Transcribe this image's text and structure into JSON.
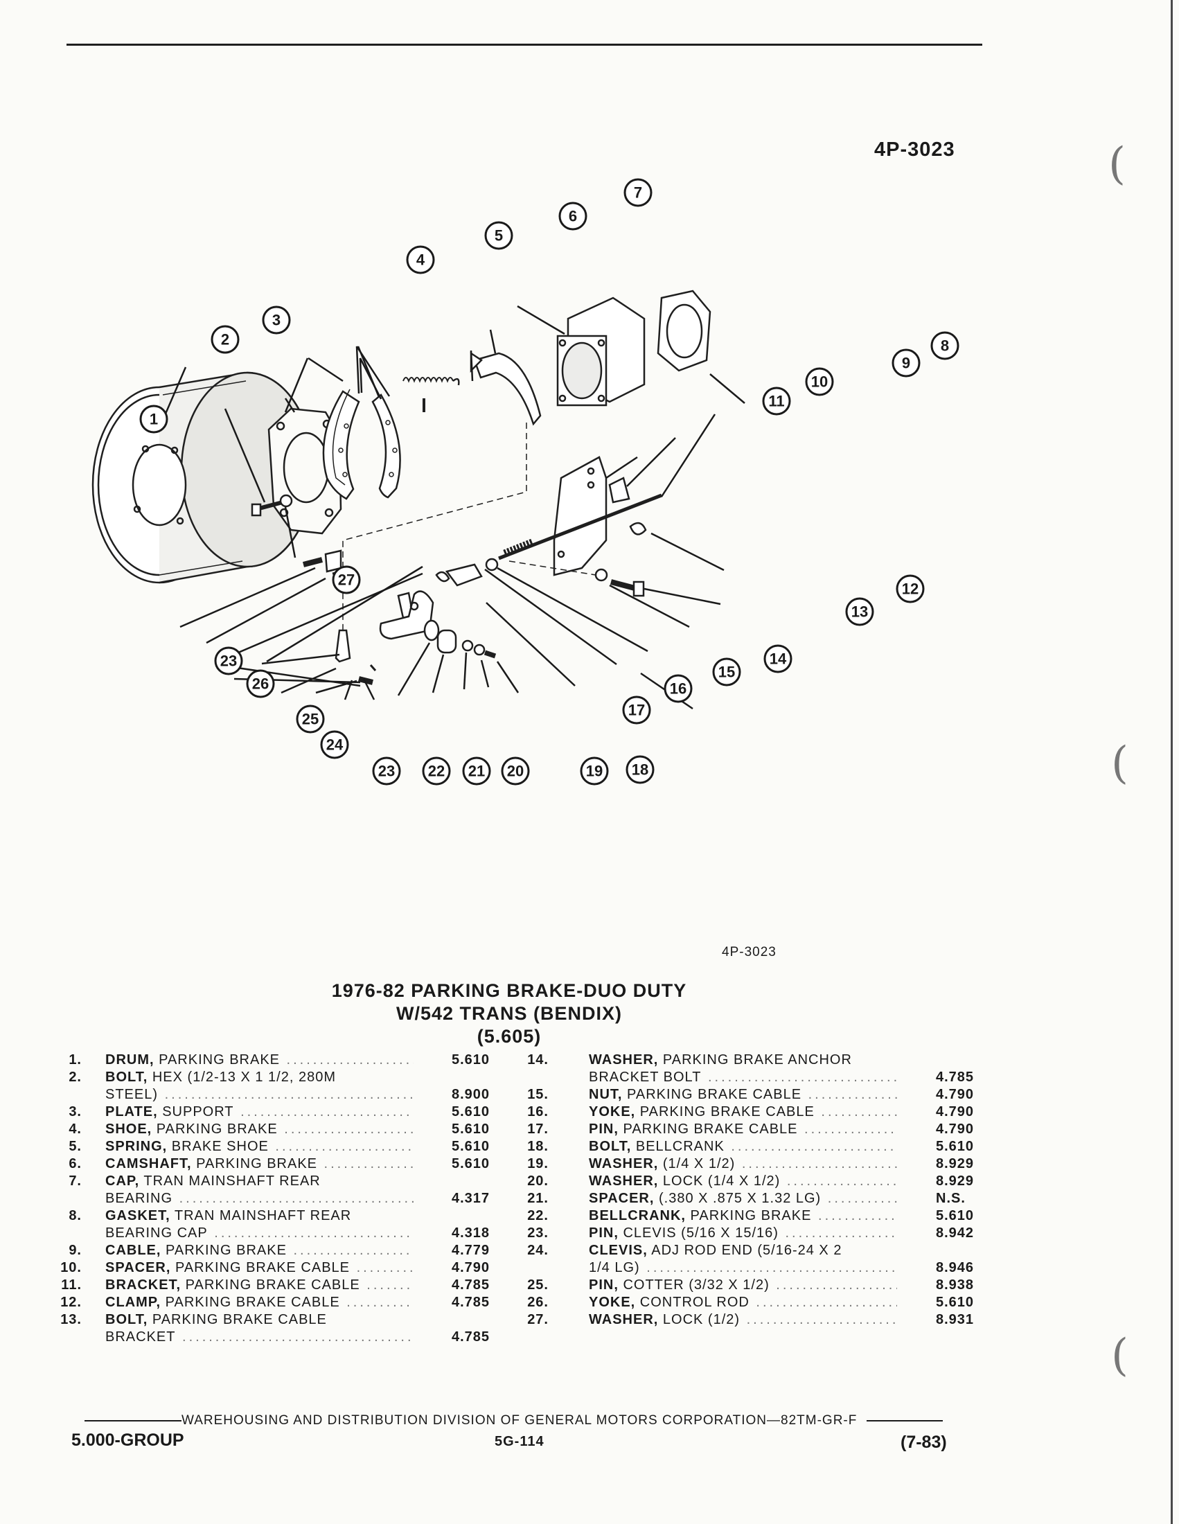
{
  "figure_id_top": "4P-3023",
  "figure_id_bottom": "4P-3023",
  "title": {
    "line1": "1976-82 PARKING BRAKE-DUO DUTY",
    "line2": "W/542 TRANS (BENDIX)",
    "line3": "(5.605)"
  },
  "callouts": [
    "1",
    "2",
    "3",
    "4",
    "5",
    "6",
    "7",
    "8",
    "9",
    "10",
    "11",
    "12",
    "13",
    "14",
    "15",
    "16",
    "17",
    "18",
    "19",
    "20",
    "21",
    "22",
    "23",
    "24",
    "25",
    "26",
    "27"
  ],
  "parts_left": [
    {
      "num": "1.",
      "lines": [
        {
          "name": "DRUM,",
          "rest": " PARKING BRAKE",
          "value": "5.610"
        }
      ]
    },
    {
      "num": "2.",
      "lines": [
        {
          "name": "BOLT,",
          "rest": " HEX (1/2-13 X 1 1/2, 280M",
          "value": ""
        },
        {
          "name": "",
          "rest": "STEEL)",
          "value": "8.900"
        }
      ]
    },
    {
      "num": "3.",
      "lines": [
        {
          "name": "PLATE,",
          "rest": " SUPPORT",
          "value": "5.610"
        }
      ]
    },
    {
      "num": "4.",
      "lines": [
        {
          "name": "SHOE,",
          "rest": " PARKING BRAKE",
          "value": "5.610"
        }
      ]
    },
    {
      "num": "5.",
      "lines": [
        {
          "name": "SPRING,",
          "rest": " BRAKE SHOE",
          "value": "5.610"
        }
      ]
    },
    {
      "num": "6.",
      "lines": [
        {
          "name": "CAMSHAFT,",
          "rest": " PARKING BRAKE",
          "value": "5.610"
        }
      ]
    },
    {
      "num": "7.",
      "lines": [
        {
          "name": "CAP,",
          "rest": " TRAN MAINSHAFT REAR",
          "value": ""
        },
        {
          "name": "",
          "rest": "BEARING",
          "value": "4.317"
        }
      ]
    },
    {
      "num": "8.",
      "lines": [
        {
          "name": "GASKET,",
          "rest": " TRAN MAINSHAFT REAR",
          "value": ""
        },
        {
          "name": "",
          "rest": "BEARING CAP",
          "value": "4.318"
        }
      ]
    },
    {
      "num": "9.",
      "lines": [
        {
          "name": "CABLE,",
          "rest": " PARKING BRAKE",
          "value": "4.779"
        }
      ]
    },
    {
      "num": "10.",
      "lines": [
        {
          "name": "SPACER,",
          "rest": " PARKING BRAKE CABLE",
          "value": "4.790"
        }
      ]
    },
    {
      "num": "11.",
      "lines": [
        {
          "name": "BRACKET,",
          "rest": " PARKING BRAKE CABLE",
          "value": "4.785"
        }
      ]
    },
    {
      "num": "12.",
      "lines": [
        {
          "name": "CLAMP,",
          "rest": " PARKING BRAKE CABLE",
          "value": "4.785"
        }
      ]
    },
    {
      "num": "13.",
      "lines": [
        {
          "name": "BOLT,",
          "rest": " PARKING BRAKE CABLE",
          "value": ""
        },
        {
          "name": "",
          "rest": "BRACKET",
          "value": "4.785"
        }
      ]
    }
  ],
  "parts_right": [
    {
      "num": "14.",
      "lines": [
        {
          "name": "WASHER,",
          "rest": " PARKING BRAKE ANCHOR",
          "value": ""
        },
        {
          "name": "",
          "rest": "BRACKET BOLT",
          "value": "4.785"
        }
      ]
    },
    {
      "num": "15.",
      "lines": [
        {
          "name": "NUT,",
          "rest": " PARKING BRAKE CABLE",
          "value": "4.790"
        }
      ]
    },
    {
      "num": "16.",
      "lines": [
        {
          "name": "YOKE,",
          "rest": " PARKING BRAKE CABLE",
          "value": "4.790"
        }
      ]
    },
    {
      "num": "17.",
      "lines": [
        {
          "name": "PIN,",
          "rest": " PARKING BRAKE CABLE",
          "value": "4.790"
        }
      ]
    },
    {
      "num": "18.",
      "lines": [
        {
          "name": "BOLT,",
          "rest": " BELLCRANK",
          "value": "5.610"
        }
      ]
    },
    {
      "num": "19.",
      "lines": [
        {
          "name": "WASHER,",
          "rest": " (1/4 X 1/2)",
          "value": "8.929"
        }
      ]
    },
    {
      "num": "20.",
      "lines": [
        {
          "name": "WASHER,",
          "rest": " LOCK (1/4 X 1/2)",
          "value": "8.929"
        }
      ]
    },
    {
      "num": "21.",
      "lines": [
        {
          "name": "SPACER,",
          "rest": " (.380 X .875 X 1.32 LG)",
          "value": "N.S."
        }
      ]
    },
    {
      "num": "22.",
      "lines": [
        {
          "name": "BELLCRANK,",
          "rest": " PARKING BRAKE",
          "value": "5.610"
        }
      ]
    },
    {
      "num": "23.",
      "lines": [
        {
          "name": "PIN,",
          "rest": " CLEVIS (5/16 X 15/16)",
          "value": "8.942"
        }
      ]
    },
    {
      "num": "24.",
      "lines": [
        {
          "name": "CLEVIS,",
          "rest": " ADJ ROD END (5/16-24 X 2",
          "value": ""
        },
        {
          "name": "",
          "rest": "1/4 LG)",
          "value": "8.946"
        }
      ]
    },
    {
      "num": "25.",
      "lines": [
        {
          "name": "PIN,",
          "rest": " COTTER (3/32 X 1/2)",
          "value": "8.938"
        }
      ]
    },
    {
      "num": "26.",
      "lines": [
        {
          "name": "YOKE,",
          "rest": " CONTROL ROD",
          "value": "5.610"
        }
      ]
    },
    {
      "num": "27.",
      "lines": [
        {
          "name": "WASHER,",
          "rest": " LOCK (1/2)",
          "value": "8.931"
        }
      ]
    }
  ],
  "footer": {
    "division_line": "WAREHOUSING AND DISTRIBUTION  DIVISION OF GENERAL MOTORS CORPORATION—82TM-GR-F",
    "group": "5.000-GROUP",
    "page": "5G-114",
    "date": "(7-83)"
  }
}
